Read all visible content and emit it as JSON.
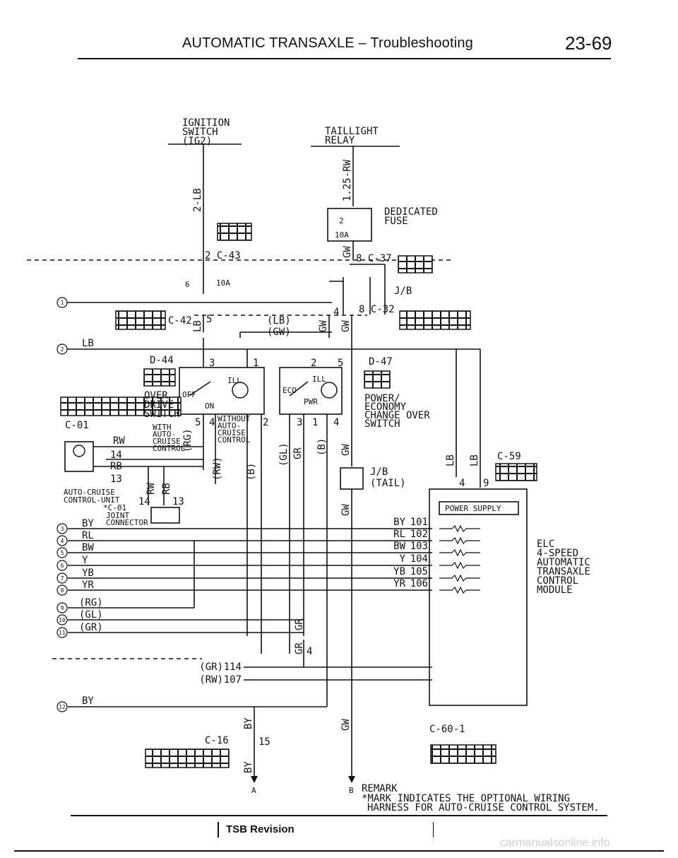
{
  "header": {
    "title": "AUTOMATIC TRANSAXLE – Troubleshooting",
    "page_number": "23-69"
  },
  "components": {
    "ignition_switch": [
      "IGNITION",
      "SWITCH",
      "(IG2)"
    ],
    "taillight_relay": [
      "TAILLIGHT",
      "RELAY"
    ],
    "dedicated_fuse": [
      "DEDICATED",
      "FUSE"
    ],
    "jb": "J/B",
    "jb_tail": [
      "J/B",
      "(TAIL)"
    ],
    "overdrive_switch": [
      "OVER",
      "DRIVE",
      "SWITCH"
    ],
    "overdrive_connector": "D-44",
    "power_economy_switch": [
      "POWER/",
      "ECONOMY",
      "CHANGE OVER",
      "SWITCH"
    ],
    "power_economy_connector": "D-47",
    "auto_cruise_unit": [
      "AUTO-CRUISE",
      "CONTROL-UNIT"
    ],
    "joint_connector": [
      "*C-01",
      "JOINT",
      "CONNECTOR"
    ],
    "elc_module": [
      "ELC",
      "4-SPEED",
      "AUTOMATIC",
      "TRANSAXLE",
      "CONTROL",
      "MODULE"
    ],
    "power_supply": "POWER SUPPLY",
    "with_cruise": [
      "WITH",
      "AUTO-",
      "CRUISE",
      "CONTROL"
    ],
    "without_cruise": [
      "WITHOUT",
      "AUTO-",
      "CRUISE",
      "CONTROL"
    ]
  },
  "connectors": {
    "c43": "2 C-43",
    "c37": "8 C-37",
    "c42": "C-42",
    "c32": "8 C-32",
    "c01": "C-01",
    "c59": "C-59",
    "c16": "C-16",
    "c60": "C-60-1"
  },
  "fuses": {
    "dedicated_num": "2",
    "dedicated_amp": "10A",
    "jb_num": "6",
    "jb_amp": "10A"
  },
  "wires": {
    "lb_2": "2-LB",
    "rw_125": "1.25-RW",
    "gw": "GW",
    "lb": "LB",
    "lb_paren": "(LB)",
    "gw_paren": "(GW)",
    "rg_paren": "(RG)",
    "gl_paren": "(GL)",
    "gr_paren": "(GR)",
    "rw_paren": "(RW)",
    "b_paren": "(B)",
    "rw": "RW",
    "rb": "RB",
    "gr": "GR",
    "by": "BY"
  },
  "switch_labels": {
    "off": "OFF",
    "on": "ON",
    "ill": "ILL",
    "eco": "ECO",
    "pwr": "PWR"
  },
  "pins": {
    "ign_pin": "5",
    "c32_pin": "4",
    "d44_3": "3",
    "d44_1": "1",
    "d44_5": "5",
    "d44_4": "4",
    "d44_2": "2",
    "d47_2": "2",
    "d47_5": "5",
    "d47_3": "3",
    "d47_1": "1",
    "d47_4": "4",
    "cu_14": "14",
    "cu_13": "13",
    "jc_14": "14",
    "jc_13": "13",
    "c59_4": "4",
    "c59_9": "9",
    "gr_4": "4",
    "c16_15": "15"
  },
  "left_wires": [
    {
      "num": "1",
      "label": ""
    },
    {
      "num": "2",
      "label": "LB"
    },
    {
      "num": "3",
      "label": "BY"
    },
    {
      "num": "4",
      "label": "RL"
    },
    {
      "num": "5",
      "label": "BW"
    },
    {
      "num": "6",
      "label": "Y"
    },
    {
      "num": "7",
      "label": "YB"
    },
    {
      "num": "8",
      "label": "YR"
    },
    {
      "num": "9",
      "label": "(RG)"
    },
    {
      "num": "10",
      "label": "(GL)"
    },
    {
      "num": "11",
      "label": "(GR)"
    },
    {
      "num": "12",
      "label": "BY"
    }
  ],
  "elc_terminals": [
    {
      "wire": "BY",
      "pin": "101"
    },
    {
      "wire": "RL",
      "pin": "102"
    },
    {
      "wire": "BW",
      "pin": "103"
    },
    {
      "wire": "Y",
      "pin": "104"
    },
    {
      "wire": "YB",
      "pin": "105"
    },
    {
      "wire": "YR",
      "pin": "106"
    }
  ],
  "lower_terminals": [
    {
      "wire": "(GR)",
      "pin": "114"
    },
    {
      "wire": "(RW)",
      "pin": "107"
    }
  ],
  "offpage": {
    "a": "A",
    "b": "B"
  },
  "remark": {
    "title": "REMARK",
    "line1": "*MARK INDICATES THE OPTIONAL WIRING",
    "line2": "HARNESS FOR AUTO-CRUISE CONTROL SYSTEM."
  },
  "footer": {
    "revision": "TSB Revision",
    "watermark": "carmanualsonline.info"
  }
}
